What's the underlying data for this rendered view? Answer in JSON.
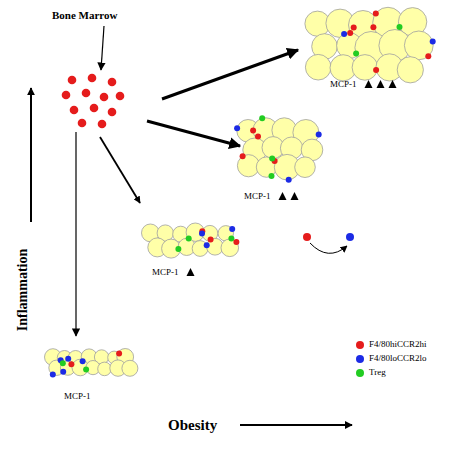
{
  "diagram": {
    "labels": [
      "Bone Marrow",
      "Inflammation",
      "Obesity",
      "MCP-1",
      "MCP-1",
      "MCP-1",
      "MCP-1"
    ],
    "legend": [
      {
        "text": "F4/80hiCCR2hi",
        "color": "#e51c1c"
      },
      {
        "text": "F4/80loCCR2lo",
        "color": "#1c2be5"
      },
      {
        "text": "Treg",
        "color": "#22cc22"
      }
    ]
  }
}
